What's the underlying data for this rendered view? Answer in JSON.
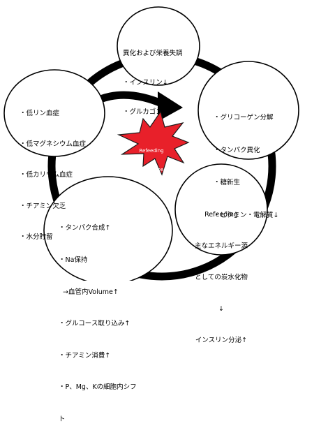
{
  "center": {
    "label_lines": [
      "Refeeding",
      "syndrome"
    ]
  },
  "nodes": {
    "top": {
      "lines": [
        "異化および栄養失調",
        "・インスリン↓",
        "・グルカゴン↑"
      ]
    },
    "right": {
      "lines": [
        "・グリコーゲン分解",
        "・タンパク異化",
        "・糖新生",
        "・ビタミン・電解質↓"
      ]
    },
    "bottom_right": {
      "lines": [
        "Refeeding",
        "主なエネルギー源",
        "としての炭水化物",
        "↓",
        "インスリン分泌↑"
      ]
    },
    "bottom_left": {
      "lines": [
        "・タンパク合成↑",
        "・Na保持",
        "  →血管内Volume↑",
        "・グルコース取り込み↑",
        "・チアミン消費↑",
        "・P、Mg、Kの細胞内シフ",
        "ト"
      ]
    },
    "left": {
      "lines": [
        "・低リン血症",
        "・低マグネシウム血症",
        "・低カリウム血症",
        "・チアミン欠乏",
        "・水分貯留"
      ]
    }
  },
  "colors": {
    "burst_fill": "#e8202a",
    "burst_stroke": "#1a1a1a",
    "ring": "#000000",
    "node_fill": "#ffffff"
  }
}
